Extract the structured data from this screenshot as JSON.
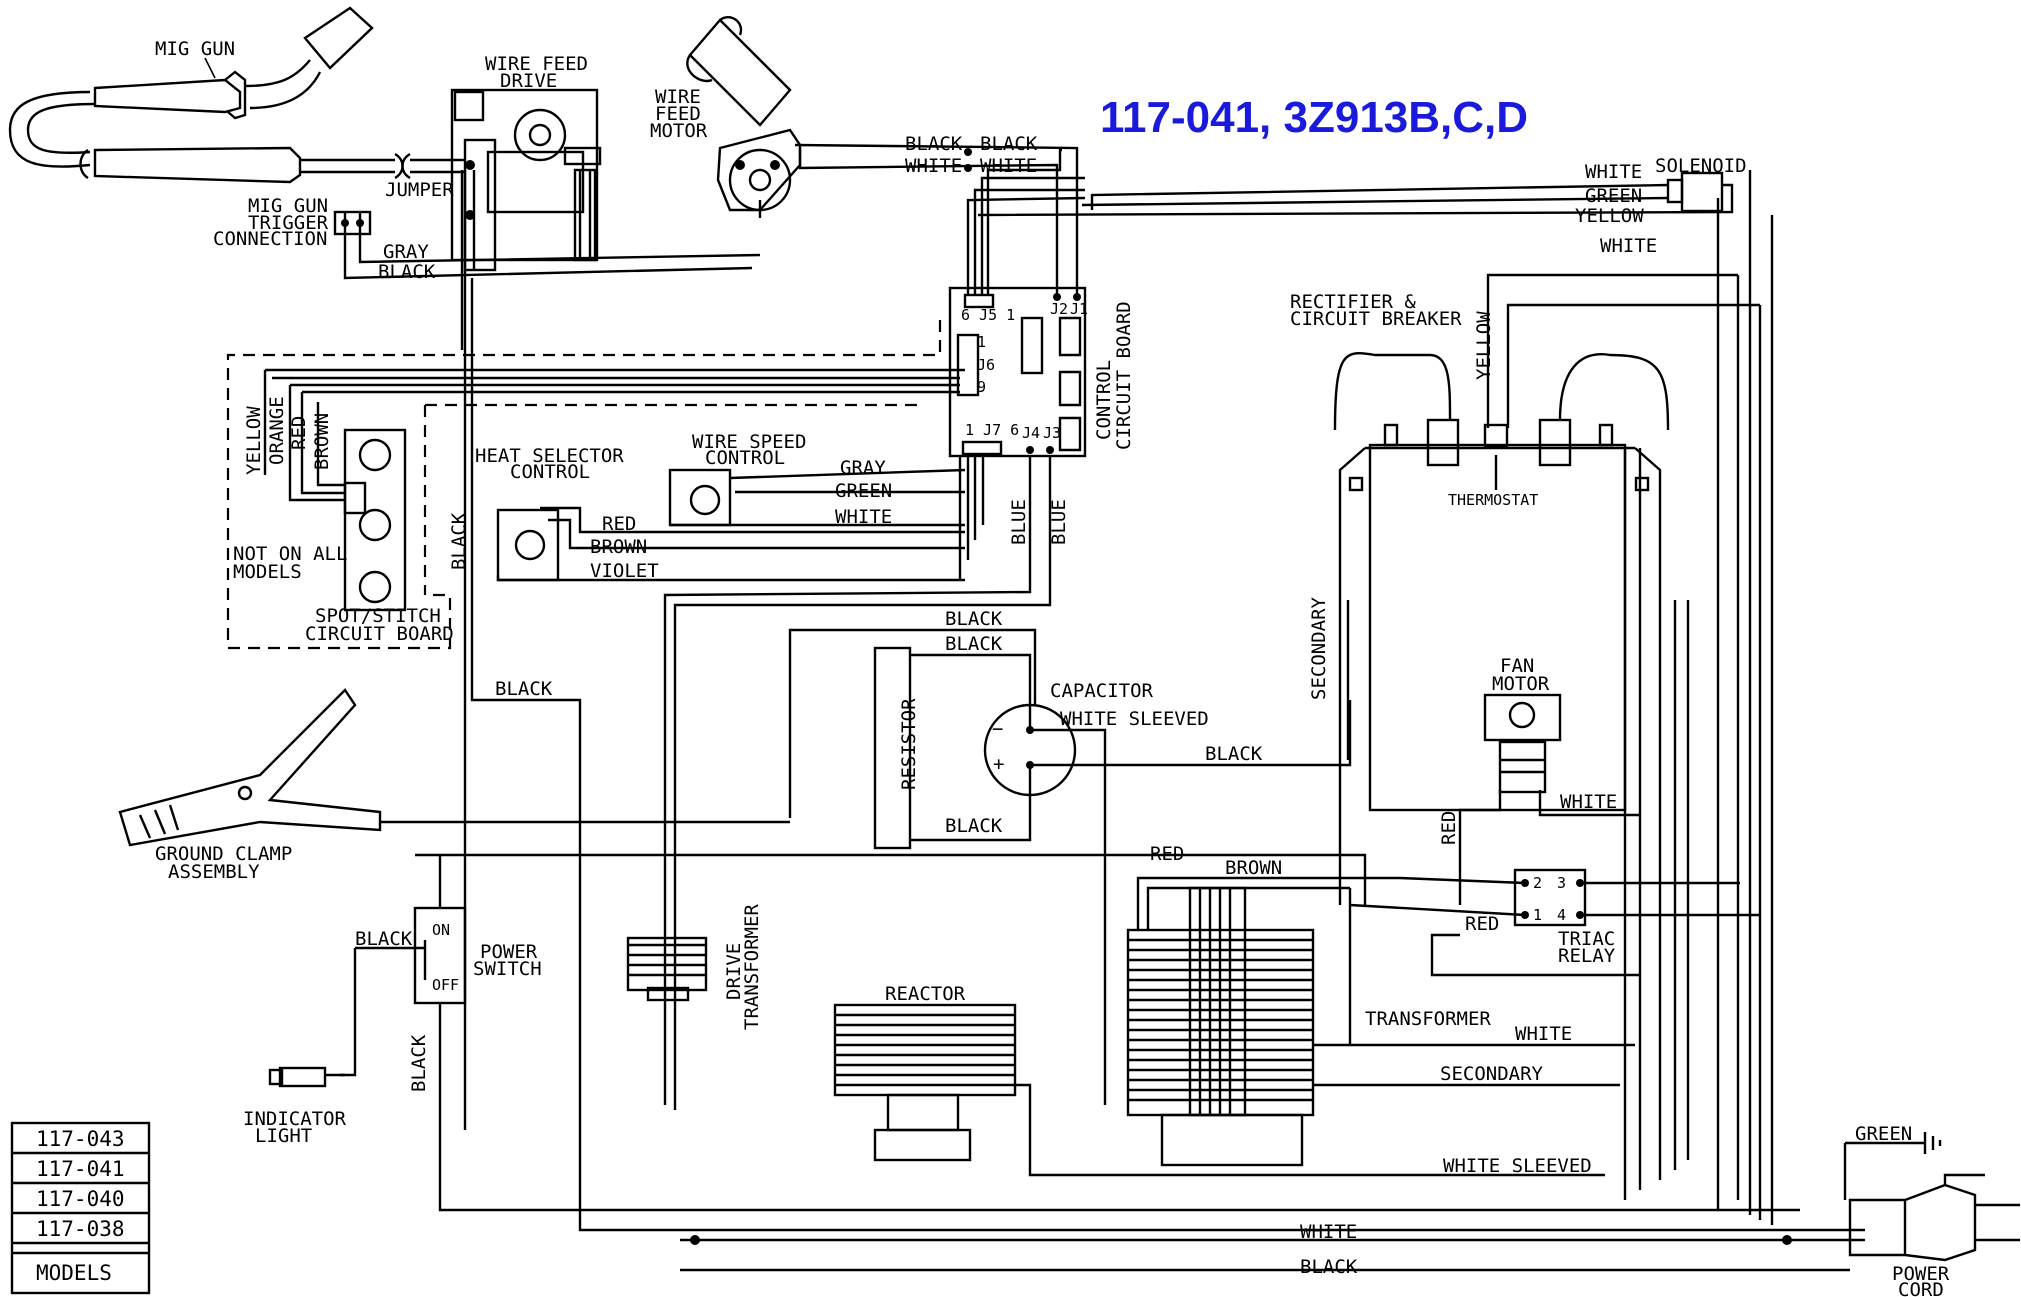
{
  "title": "117-041, 3Z913B,C,D",
  "components": {
    "mig_gun": "MIG GUN",
    "wire_feed_drive": [
      "WIRE FEED",
      "DRIVE"
    ],
    "wire_feed_motor": [
      "WIRE",
      "FEED",
      "MOTOR"
    ],
    "mig_gun_trigger": [
      "MIG GUN",
      "TRIGGER",
      "CONNECTION"
    ],
    "jumper": "JUMPER",
    "solenoid": "SOLENOID",
    "control_board": [
      "CONTROL",
      "CIRCUIT BOARD"
    ],
    "rectifier": [
      "RECTIFIER &",
      "CIRCUIT BREAKER"
    ],
    "thermostat": "THERMOSTAT",
    "heat_selector": [
      "HEAT SELECTOR",
      "CONTROL"
    ],
    "wire_speed": [
      "WIRE SPEED",
      "CONTROL"
    ],
    "not_on_all": [
      "NOT ON ALL",
      "MODELS"
    ],
    "spot_stitch": [
      "SPOT/STITCH",
      "CIRCUIT BOARD"
    ],
    "capacitor": "CAPACITOR",
    "white_sleeved": "WHITE SLEEVED",
    "resistor": "RESISTOR",
    "fan_motor": [
      "FAN",
      "MOTOR"
    ],
    "ground_clamp": [
      "GROUND CLAMP",
      "ASSEMBLY"
    ],
    "power_switch": [
      "POWER",
      "SWITCH"
    ],
    "on": "ON",
    "off": "OFF",
    "drive_transformer": [
      "DRIVE",
      "TRANSFORMER"
    ],
    "reactor": "REACTOR",
    "triac_relay": [
      "TRIAC",
      "RELAY"
    ],
    "transformer": "TRANSFORMER",
    "secondary": "SECONDARY",
    "indicator_light": [
      "INDICATOR",
      "LIGHT"
    ],
    "power_cord": [
      "POWER",
      "CORD"
    ]
  },
  "connectors": {
    "j5": "6 J5 1",
    "j2": "J2",
    "j1": "J1",
    "j6": "J6",
    "j6_1": "1",
    "j6_9": "9",
    "j7": "1 J7 6",
    "j4": "J4",
    "j3": "J3",
    "triac_2": "2",
    "triac_3": "3",
    "triac_1": "1",
    "triac_4": "4",
    "cap_minus": "−",
    "cap_plus": "+"
  },
  "wires": {
    "black": "BLACK",
    "white": "WHITE",
    "green": "GREEN",
    "yellow": "YELLOW",
    "gray": "GRAY",
    "red": "RED",
    "brown": "BROWN",
    "violet": "VIOLET",
    "blue": "BLUE",
    "orange": "ORANGE",
    "secondary": "SECONDARY"
  },
  "models": {
    "rows": [
      "117-043",
      "117-041",
      "117-040",
      "117-038"
    ],
    "header": "MODELS"
  }
}
